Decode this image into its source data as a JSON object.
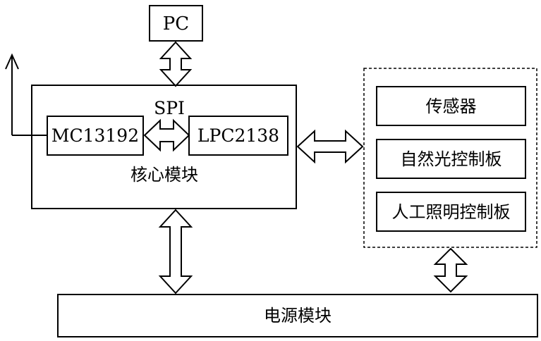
{
  "diagram": {
    "pc": "PC",
    "spi": "SPI",
    "mc": "MC13192",
    "lpc": "LPC2138",
    "core": "核心模块",
    "sensor": "传感器",
    "natural": "自然光控制板",
    "artificial": "人工照明控制板",
    "power": "电源模块"
  },
  "colors": {
    "stroke": "#000000",
    "background": "#ffffff"
  }
}
